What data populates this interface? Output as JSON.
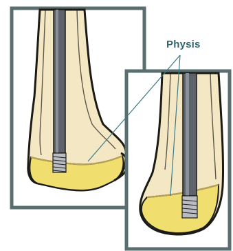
{
  "figure": {
    "callout_label": "Physis",
    "colors": {
      "frame_border": "#5b6e6f",
      "frame_fill": "#ffffff",
      "bone_fill": "#f3e7c4",
      "bone_outline": "#1c1a14",
      "physis_line": "#b9a25a",
      "epiphysis_fill": "#f0df6e",
      "rod_fill": "#5e636b",
      "rod_highlight": "#8a9098",
      "screw_fill": "#b9bcc2",
      "leader_line": "#3c7a86",
      "label_color": "#2f6672"
    },
    "panels": [
      {
        "name": "left-panel",
        "content": "femur-with-intramedullary-rod"
      },
      {
        "name": "right-panel",
        "content": "femur-with-intramedullary-rod-zoom"
      }
    ]
  }
}
